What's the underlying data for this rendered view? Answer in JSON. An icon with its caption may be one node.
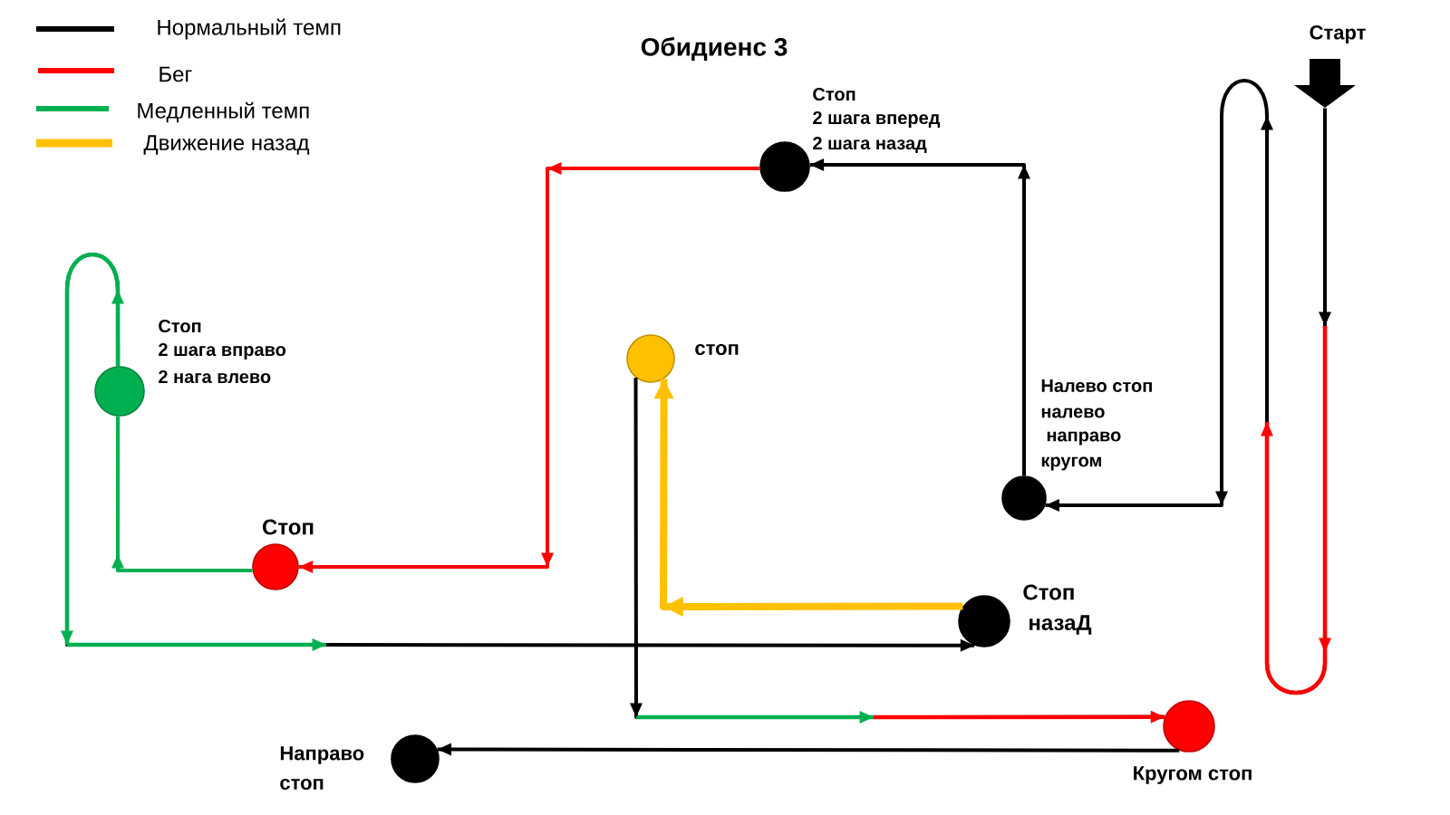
{
  "diagram": {
    "title": "Обидиенс 3",
    "nodes": [
      {
        "text": [],
        "shape": "arrow",
        "beside": [
          "Старт"
        ]
      },
      {
        "text": [],
        "shape": "circle",
        "beside": [
          "Налево стоп",
          "налево",
          "направо",
          "кругом"
        ]
      },
      {
        "text": [],
        "shape": "circle",
        "beside": [
          "Стоп",
          "2 шага вперед",
          "2 шага назад"
        ]
      },
      {
        "text": [],
        "shape": "circle",
        "beside": [
          "Стоп"
        ]
      },
      {
        "text": [],
        "shape": "circle",
        "beside": [
          "Стоп",
          "2 шага вправо",
          "2 нага влево"
        ]
      },
      {
        "text": [],
        "shape": "circle",
        "beside": [
          "Стоп",
          "назаД"
        ]
      },
      {
        "text": [],
        "shape": "circle",
        "beside": [
          "стоп"
        ]
      },
      {
        "text": [],
        "shape": "circle",
        "beside": [
          "Кругом стоп"
        ]
      },
      {
        "text": [],
        "shape": "circle",
        "beside": [
          "Направо",
          "стоп"
        ]
      }
    ],
    "edges": [
      {
        "from": 0,
        "to": 1,
        "arrow": "to"
      },
      {
        "from": 1,
        "to": 2,
        "arrow": "to"
      },
      {
        "from": 2,
        "to": 3,
        "arrow": "to",
        "color": "#ff0000"
      },
      {
        "from": 3,
        "to": 4,
        "arrow": "to",
        "color": "#00b050"
      },
      {
        "from": 4,
        "to": 5,
        "arrow": "to"
      },
      {
        "from": 5,
        "to": 6,
        "arrow": "to",
        "style": "thick",
        "color": "#ffc000"
      },
      {
        "from": 6,
        "to": 7,
        "arrow": "to"
      },
      {
        "from": 7,
        "to": 8,
        "arrow": "to"
      }
    ],
    "legend": [
      {
        "text": "Нормальный темп",
        "color": "#000000"
      },
      {
        "text": "Бег",
        "color": "#ff0000"
      },
      {
        "text": "Медленный темп",
        "color": "#00b050"
      },
      {
        "text": "Движение назад",
        "color": "#ffc000"
      }
    ]
  }
}
